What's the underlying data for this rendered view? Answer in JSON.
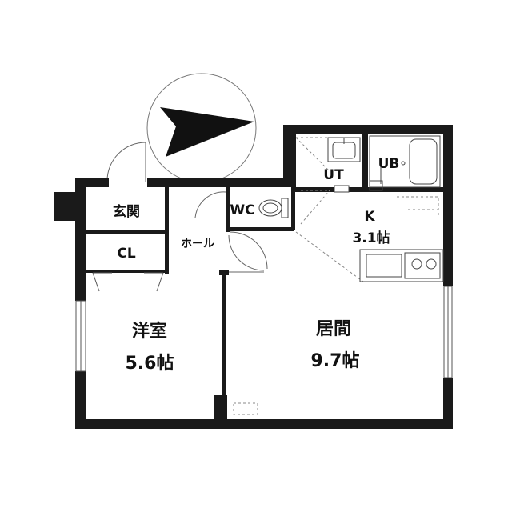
{
  "rooms": {
    "genkan": "玄関",
    "closet": "CL",
    "hall": "ホール",
    "wc": "WC",
    "ut": "UT",
    "ub": "UB",
    "kitchen": {
      "name": "K",
      "size": "3.1帖"
    },
    "western_room": {
      "name": "洋室",
      "size": "5.6帖"
    },
    "living": {
      "name": "居間",
      "size": "9.7帖"
    }
  },
  "colors": {
    "wall": "#1a1a1a",
    "line": "#555555",
    "background": "#ffffff"
  },
  "icons": [
    "north-arrow-icon",
    "toilet-icon",
    "bathtub-icon",
    "sink-icon",
    "stove-icon"
  ]
}
